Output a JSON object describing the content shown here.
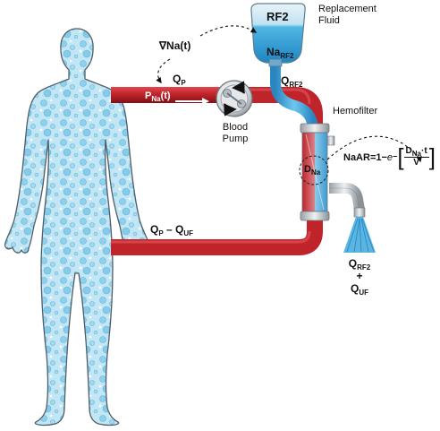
{
  "labels": {
    "replacement_fluid": "Replacement\nFluid",
    "bag_rf2": "RF2",
    "bag_na": "Na",
    "bag_na_sub": "RF2",
    "grad_na": "∇Na(t)",
    "qp": "Q",
    "qp_sub": "P",
    "pna": "P",
    "pna_sub": "Na",
    "pna_tail": "(t)",
    "blood_pump": "Blood\nPump",
    "qrf2": "Q",
    "qrf2_sub": "RF2",
    "hemofilter": "Hemofilter",
    "dna": "D",
    "dna_sub": "Na",
    "naar_prefix": "NaAR=1−",
    "naar_e": "e",
    "naar_minus": "−",
    "naar_num": "D",
    "naar_num_sub": "Na",
    "naar_num_tail": "·t",
    "naar_den": "V",
    "return_q": "Q",
    "return_q_sub": "P",
    "return_dash": " – Q",
    "return_uf_sub": "UF",
    "out_q": "Q",
    "out_q_sub": "RF2",
    "out_plus": "+",
    "out_quf": "Q",
    "out_quf_sub": "UF"
  },
  "colors": {
    "blood_red": "#c0242b",
    "blood_dark": "#8e1419",
    "fluid_blue": "#4db3e0",
    "fluid_dark": "#1e7fb8",
    "body_fill": "#bfe4f4",
    "body_edge": "#5a6b78",
    "bubble": "#7cc7e8"
  },
  "icons": {
    "body": "human-body-figure-icon",
    "pump": "roller-pump-icon",
    "bag": "iv-fluid-bag-icon",
    "filter": "hemofilter-cartridge-icon",
    "drain": "ultrafiltrate-spray-icon"
  }
}
